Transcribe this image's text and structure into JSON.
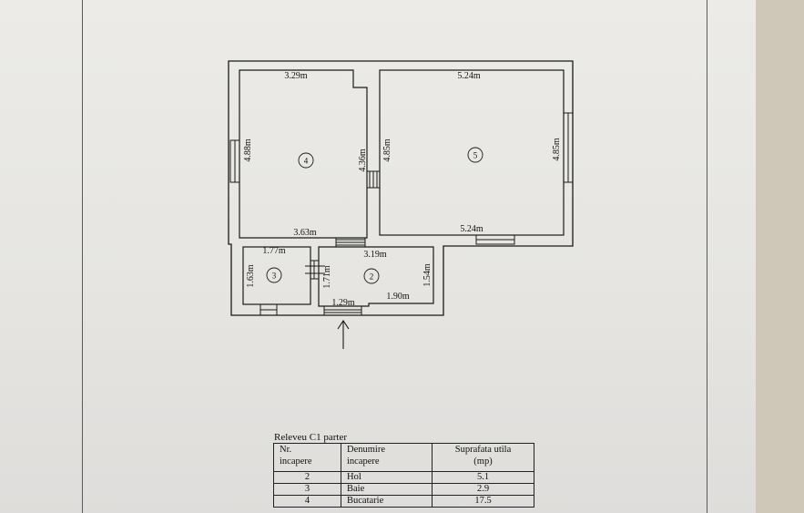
{
  "plan": {
    "rooms": [
      {
        "number": "4",
        "dims": [
          "3.29m",
          "4.88m",
          "4.36m",
          "3.63m"
        ]
      },
      {
        "number": "5",
        "dims": [
          "5.24m",
          "4.85m",
          "4.85m",
          "5.24m"
        ]
      },
      {
        "number": "3",
        "dims": [
          "1.77m",
          "1.63m"
        ]
      },
      {
        "number": "2",
        "dims": [
          "3.19m",
          "1.71m",
          "1.54m",
          "1.90m",
          "1.29m"
        ]
      }
    ]
  },
  "table": {
    "caption": "Releveu C1 parter",
    "headers": [
      "Nr.\nincapere",
      "Denumire\nincapere",
      "Suprafata utila\n(mp)"
    ],
    "rows": [
      [
        "2",
        "Hol",
        "5.1"
      ],
      [
        "3",
        "Baie",
        "2.9"
      ],
      [
        "4",
        "Bucatarie",
        "17.5"
      ]
    ]
  }
}
